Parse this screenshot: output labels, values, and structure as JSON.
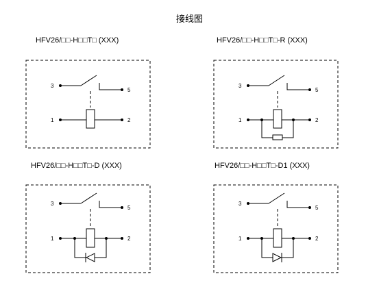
{
  "title": "接线图",
  "panels": [
    {
      "model": "HFV26/□□-H□□T□ (XXX)",
      "pins": {
        "p3": "3",
        "p5": "5",
        "p1": "1",
        "p2": "2"
      }
    },
    {
      "model": "HFV26/□□-H□□T□-R (XXX)",
      "pins": {
        "p3": "3",
        "p5": "5",
        "p1": "1",
        "p2": "2"
      }
    },
    {
      "model": "HFV26/□□-H□□T□-D (XXX)",
      "pins": {
        "p3": "3",
        "p5": "5",
        "p1": "1",
        "p2": "2"
      }
    },
    {
      "model": "HFV26/□□-H□□T□-D1 (XXX)",
      "pins": {
        "p3": "3",
        "p5": "5",
        "p1": "1",
        "p2": "2"
      }
    }
  ]
}
